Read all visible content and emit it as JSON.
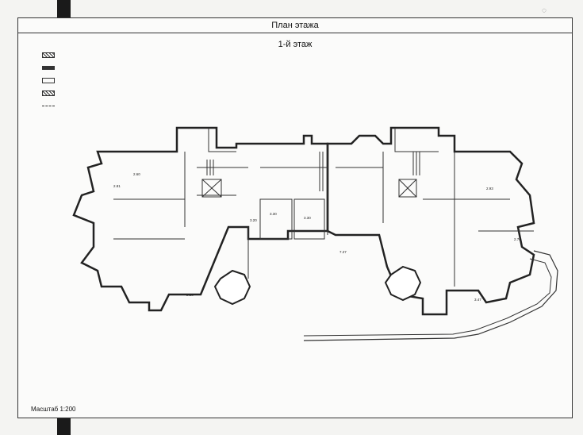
{
  "document": {
    "title": "План этажа",
    "subtitle": "1-й этаж",
    "scale": "Масштаб 1:200"
  },
  "legend": [
    {
      "icon": "wall-hatch"
    },
    {
      "icon": "wall-solid"
    },
    {
      "icon": "window"
    },
    {
      "icon": "door"
    },
    {
      "icon": "dimension"
    }
  ],
  "rooms": [
    {
      "label": "2.60"
    },
    {
      "label": "2.81"
    },
    {
      "label": "3.30"
    },
    {
      "label": "3.30"
    },
    {
      "label": "3.20"
    },
    {
      "label": "2.93"
    },
    {
      "label": "2.70"
    },
    {
      "label": "7.27"
    },
    {
      "label": "2.28"
    },
    {
      "label": "3.47"
    }
  ]
}
